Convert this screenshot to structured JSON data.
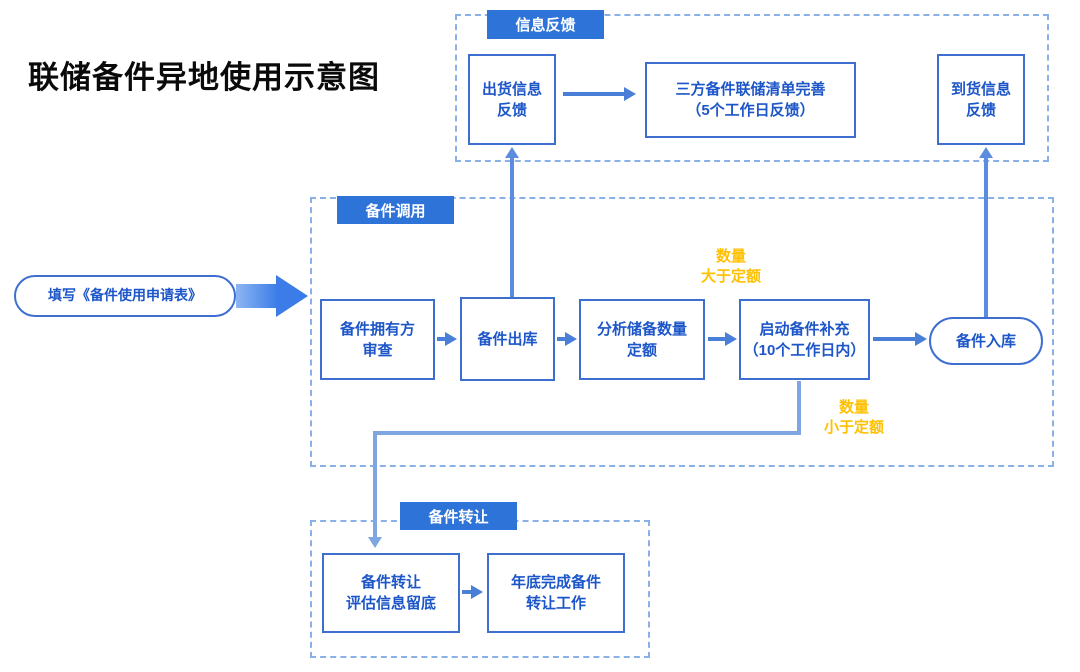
{
  "title": "联储备件异地使用示意图",
  "regions": {
    "feedback": {
      "label": "信息反馈"
    },
    "dispatch": {
      "label": "备件调用"
    },
    "transfer": {
      "label": "备件转让"
    }
  },
  "nodes": {
    "shipping_feedback": {
      "line1": "出货信息",
      "line2": "反馈"
    },
    "list_improve": {
      "line1": "三方备件联储清单完善",
      "line2": "（5个工作日反馈）"
    },
    "arrival_feedback": {
      "line1": "到货信息",
      "line2": "反馈"
    },
    "apply_form": {
      "label": "填写《备件使用申请表》"
    },
    "owner_review": {
      "line1": "备件拥有方",
      "line2": "审查"
    },
    "outbound": {
      "label": "备件出库"
    },
    "analyze_quota": {
      "line1": "分析储备数量",
      "line2": "定额"
    },
    "replenish": {
      "line1": "启动备件补充",
      "line2": "（10个工作日内）"
    },
    "inbound": {
      "label": "备件入库"
    },
    "transfer_eval": {
      "line1": "备件转让",
      "line2": "评估信息留底"
    },
    "yearend_transfer": {
      "line1": "年底完成备件",
      "line2": "转让工作"
    }
  },
  "annotations": {
    "greater": {
      "line1": "数量",
      "line2": "大于定额"
    },
    "less": {
      "line1": "数量",
      "line2": "小于定额"
    }
  },
  "colors": {
    "box_border": "#3e6fd0",
    "box_text": "#1d56c8",
    "tag_bg": "#2e74d8",
    "dashed_border": "#8ab0e8",
    "arrow": "#4a7fd8",
    "connector": "#7ea6e0",
    "note_yellow": "#ffc000",
    "big_arrow": "#3b7ce8"
  }
}
